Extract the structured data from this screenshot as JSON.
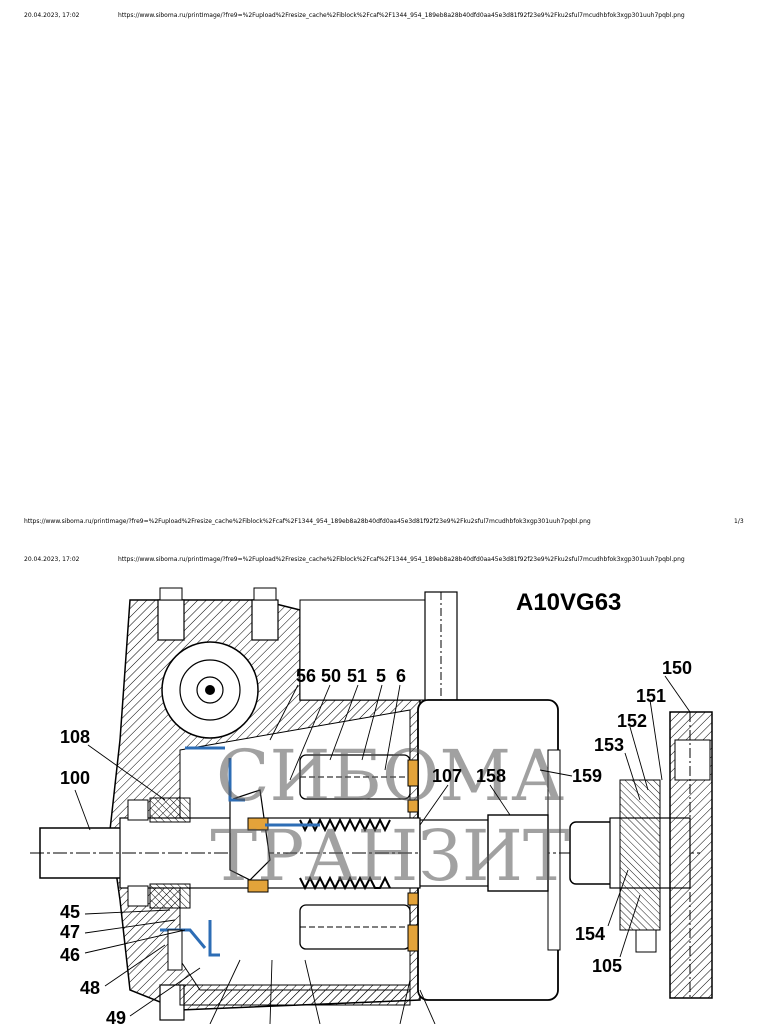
{
  "page1": {
    "header": {
      "datetime": "20.04.2023, 17:02",
      "url": "https://www.siboma.ru/printImage/?fre9=%2Fupload%2Fresize_cache%2Fiblock%2Fcaf%2F1344_954_189eb8a28b40dfd0aa45e3d81f92f23e9%2Fku2sful7mcudhbfok3xgp301uuh7pqbl.png"
    },
    "footer": {
      "url": "https://www.siboma.ru/printImage/?fre9=%2Fupload%2Fresize_cache%2Fiblock%2Fcaf%2F1344_954_189eb8a28b40dfd0aa45e3d81f92f23e9%2Fku2sful7mcudhbfok3xgp301uuh7pqbl.png",
      "page_num": "1/3"
    }
  },
  "page2": {
    "header": {
      "datetime": "20.04.2023, 17:02",
      "url": "https://www.siboma.ru/printImage/?fre9=%2Fupload%2Fresize_cache%2Fiblock%2Fcaf%2F1344_954_189eb8a28b40dfd0aa45e3d81f92f23e9%2Fku2sful7mcudhbfok3xgp301uuh7pqbl.png"
    },
    "drawing": {
      "title": "A10VG63",
      "watermark_line1": "СИБОМА",
      "watermark_line2": "ТРАНЗИТ",
      "labels": {
        "l56": "56",
        "l50": "50",
        "l51": "51",
        "l5": "5",
        "l6": "6",
        "l150": "150",
        "l151": "151",
        "l152": "152",
        "l153": "153",
        "l108": "108",
        "l100": "100",
        "l107": "107",
        "l158": "158",
        "l159": "159",
        "l45": "45",
        "l47": "47",
        "l46": "46",
        "l48": "48",
        "l49": "49",
        "l154": "154",
        "l105": "105"
      }
    }
  }
}
